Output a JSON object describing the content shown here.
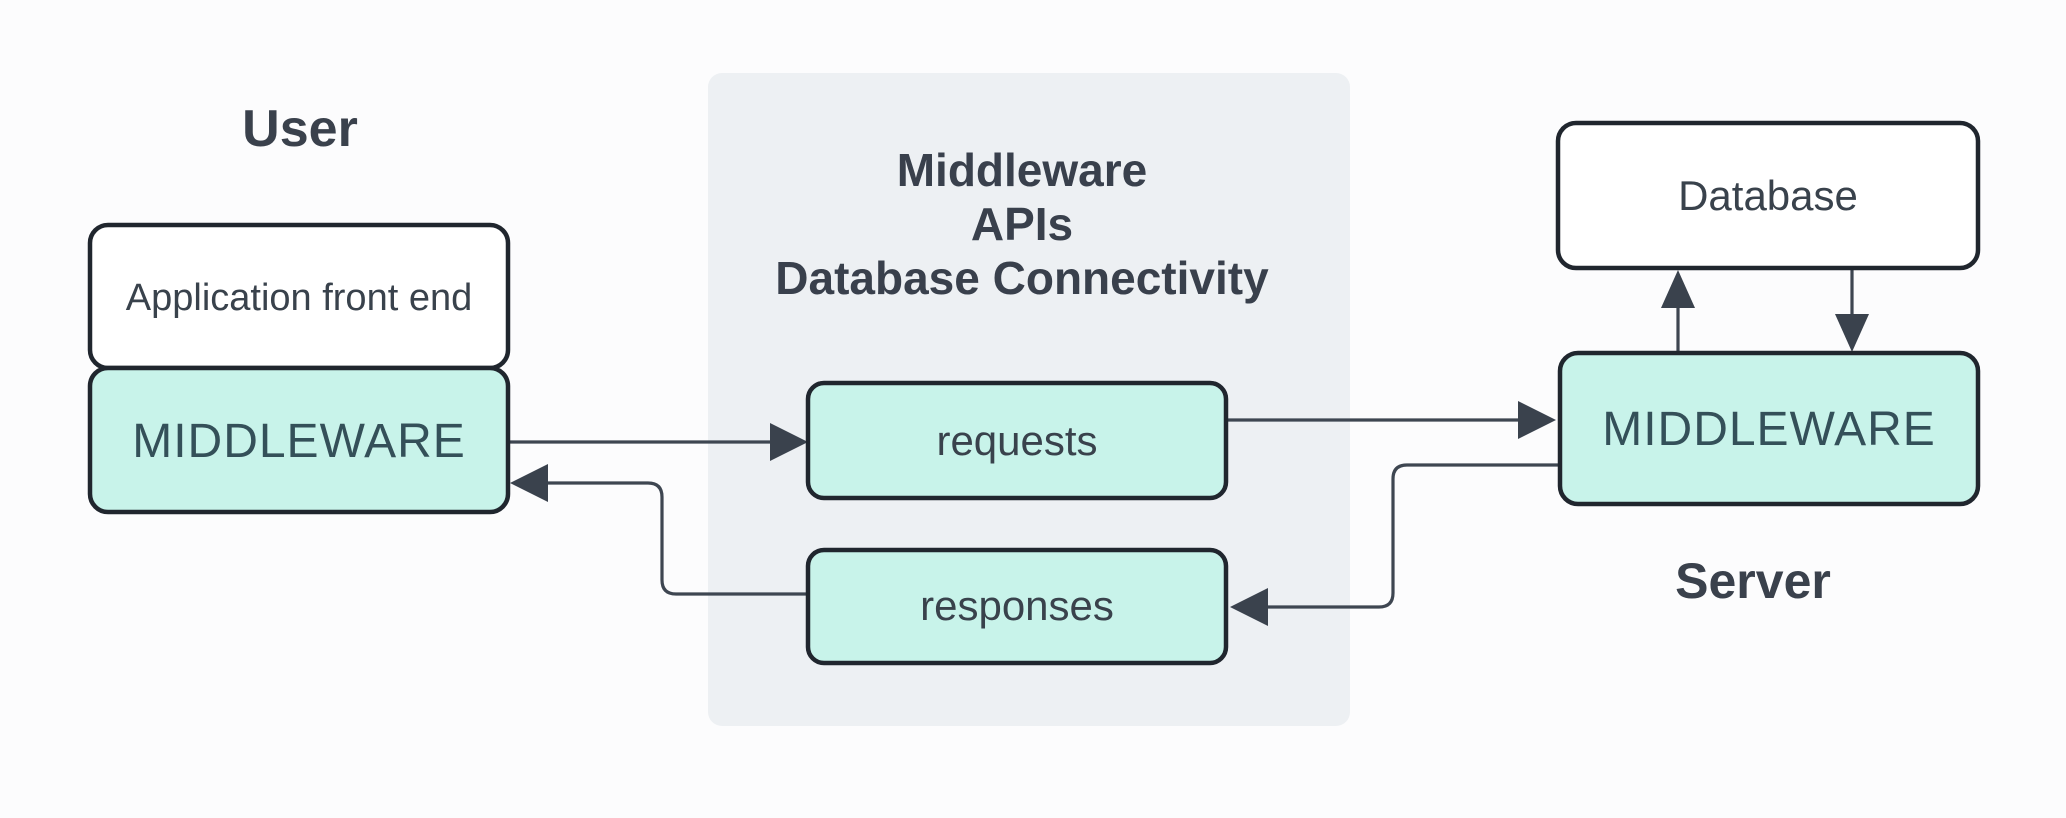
{
  "diagram": {
    "user_section": {
      "label": "User",
      "app_front_end_label": "Application front end",
      "middleware_label": "MIDDLEWARE"
    },
    "middleware_panel": {
      "title_lines": [
        "Middleware",
        "APIs",
        "Database Connectivity"
      ],
      "requests_label": "requests",
      "responses_label": "responses"
    },
    "server_section": {
      "label": "Server",
      "database_label": "Database",
      "middleware_label": "MIDDLEWARE"
    },
    "edges": [
      {
        "id": "user-middleware-to-requests",
        "from": "middleware-user",
        "to": "requests",
        "direction": "right"
      },
      {
        "id": "requests-to-server-middleware",
        "from": "requests",
        "to": "middleware-server",
        "direction": "right"
      },
      {
        "id": "server-middleware-to-responses",
        "from": "middleware-server",
        "to": "responses",
        "direction": "left-down"
      },
      {
        "id": "responses-to-user-middleware",
        "from": "responses",
        "to": "middleware-user",
        "direction": "left-up"
      },
      {
        "id": "server-middleware-to-database",
        "from": "middleware-server",
        "to": "database",
        "direction": "up"
      },
      {
        "id": "database-to-server-middleware",
        "from": "database",
        "to": "middleware-server",
        "direction": "down"
      }
    ],
    "colors": {
      "background": "#fcfcfd",
      "panel_bg": "#edf0f3",
      "node_fill_teal": "#c8f3ea",
      "node_fill_white": "#ffffff",
      "node_border": "#20262e",
      "connector": "#3e4651",
      "arrow_head": "#3a424d",
      "heading_text": "#3a414c",
      "node_text": "#39424c",
      "middleware_text": "#345059"
    }
  }
}
